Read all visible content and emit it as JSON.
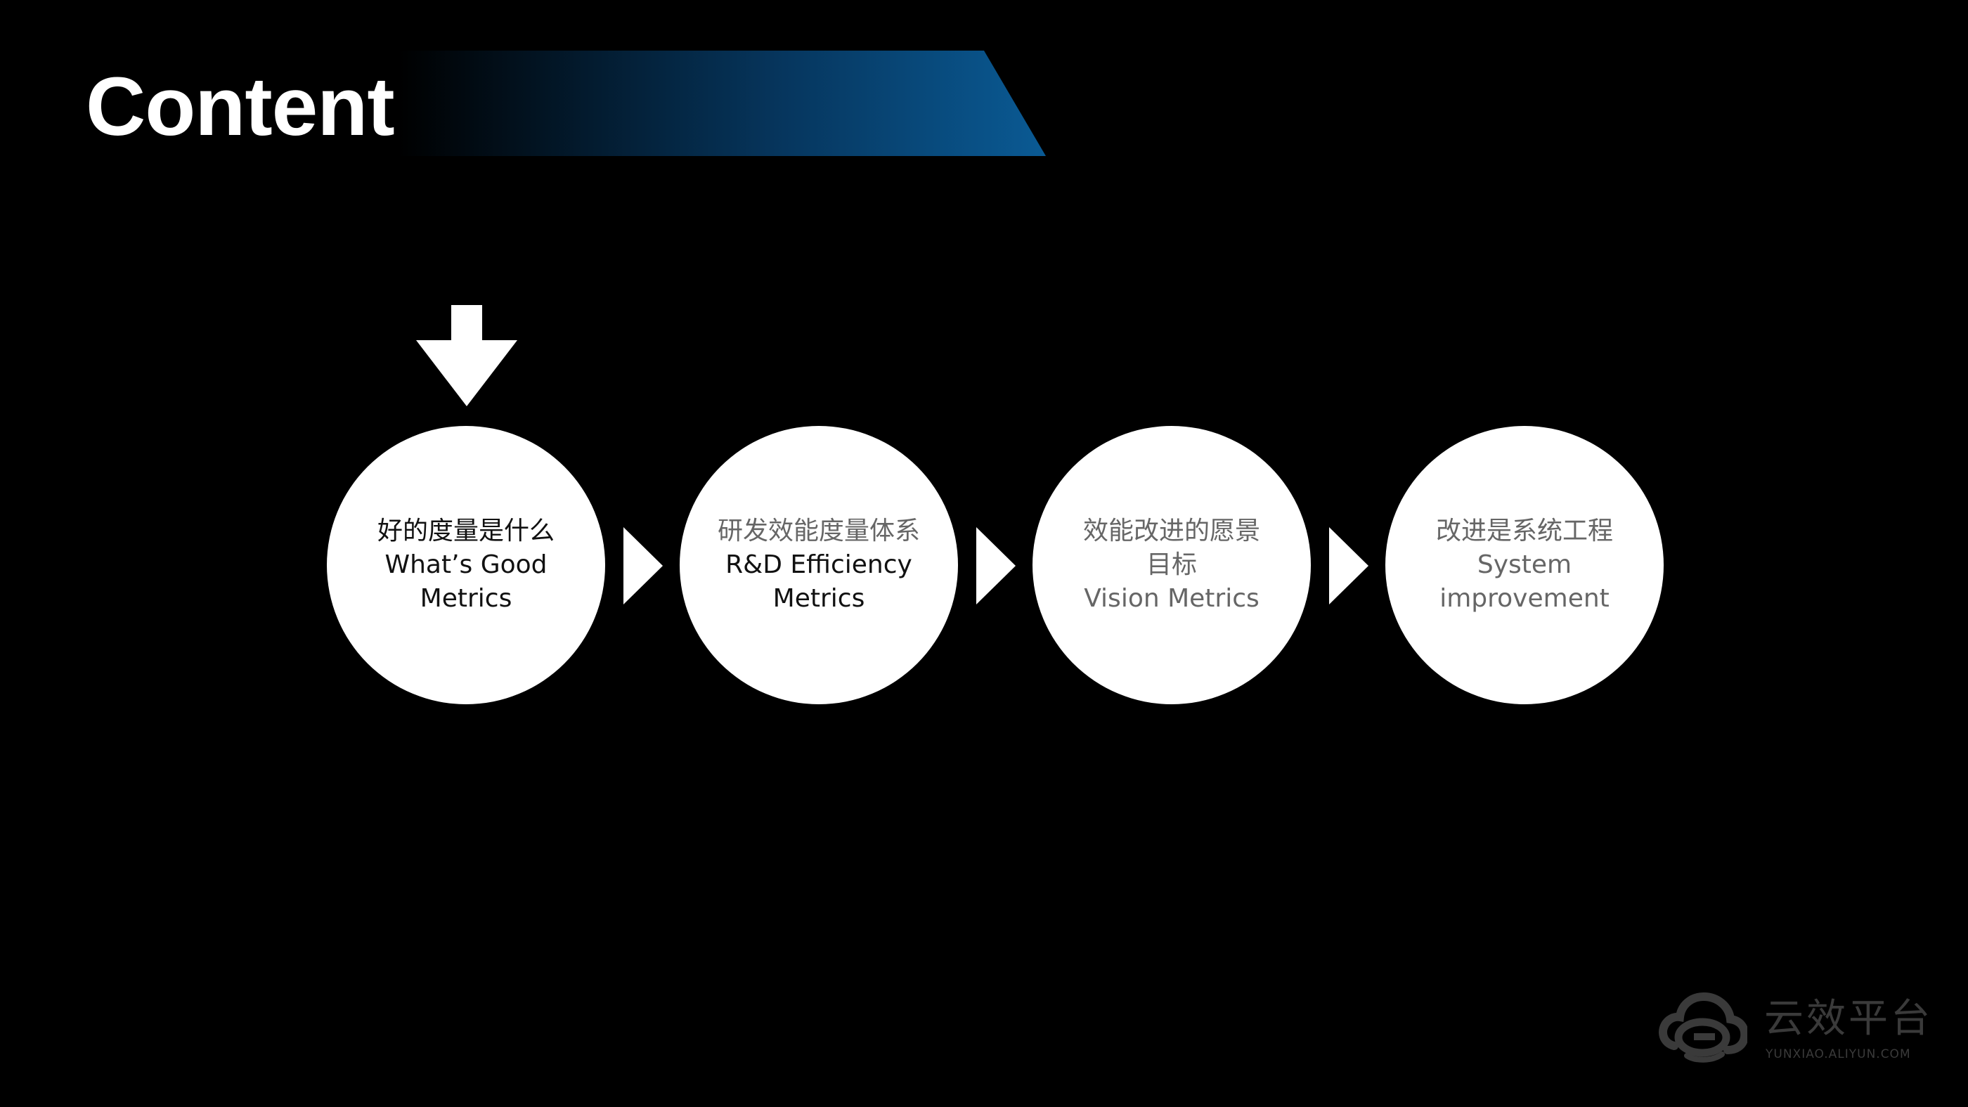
{
  "slide": {
    "title": "Content",
    "banner_color_start": "#000000",
    "banner_color_end": "#0a5a94"
  },
  "steps": [
    {
      "line1": "好的度量是什么",
      "line2": "What’s Good",
      "line3": "Metrics",
      "active": true
    },
    {
      "line1": "研发效能度量体系",
      "line2": "R&D Efficiency",
      "line3": "Metrics",
      "active": false
    },
    {
      "line1": "效能改进的愿景",
      "line2": "目标",
      "line3": "Vision Metrics",
      "active": false
    },
    {
      "line1": "改进是系统工程",
      "line2": "System",
      "line3": "improvement",
      "active": false
    }
  ],
  "current_marker": "down-arrow-icon",
  "logo": {
    "name": "云效平台",
    "subtitle": "YUNXIAO.ALIYUN.COM"
  }
}
